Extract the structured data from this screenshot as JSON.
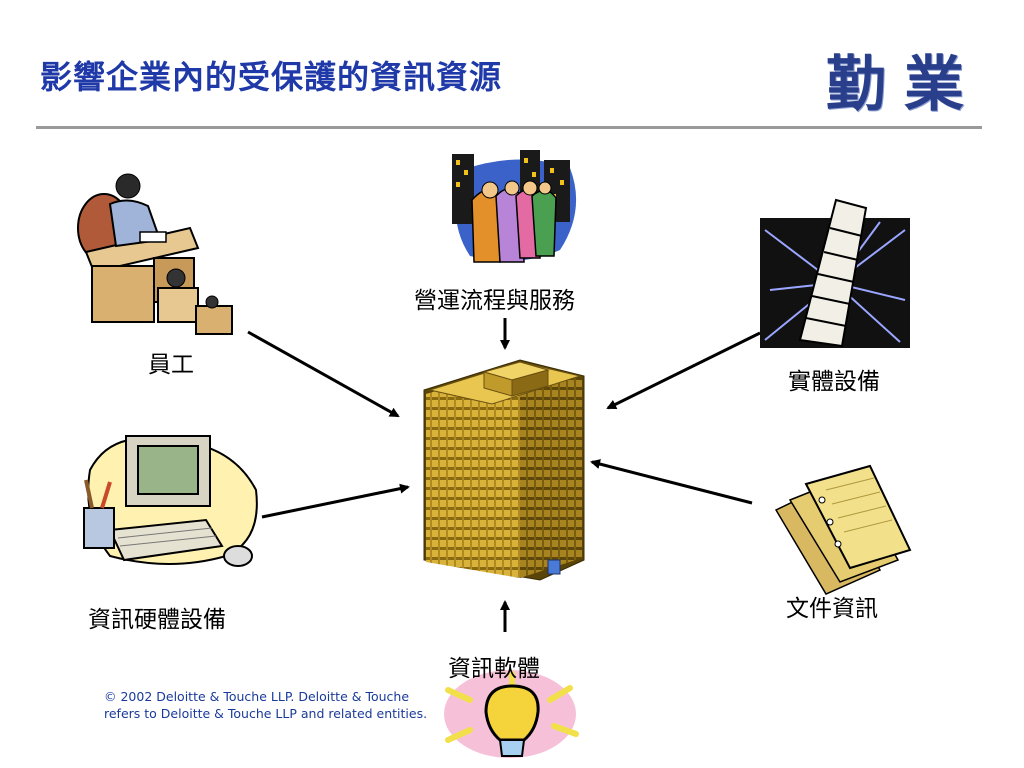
{
  "slide": {
    "title": "影響企業內的受保護的資訊資源",
    "logo": "勤業"
  },
  "diagram": {
    "center": {
      "name": "building",
      "icon": "office-building-icon"
    },
    "nodes": [
      {
        "id": "employees",
        "label": "員工",
        "icon": "office-worker-desk-icon"
      },
      {
        "id": "operations",
        "label": "營運流程與服務",
        "icon": "city-people-icon"
      },
      {
        "id": "facilities",
        "label": "實體設備",
        "icon": "leaning-tower-icon"
      },
      {
        "id": "hardware",
        "label": "資訊硬體設備",
        "icon": "computer-icon"
      },
      {
        "id": "documents",
        "label": "文件資訊",
        "icon": "paper-documents-icon"
      },
      {
        "id": "software",
        "label": "資訊軟體",
        "icon": "lightbulb-icon"
      }
    ]
  },
  "footer": {
    "line1": "© 2002 Deloitte & Touche LLP. Deloitte & Touche",
    "line2": "refers to Deloitte & Touche LLP and related entities."
  },
  "colors": {
    "title": "#1f3aa8",
    "logo": "#2a3f8c",
    "rule": "#9a9a9a",
    "footer": "#1a3a9a"
  }
}
